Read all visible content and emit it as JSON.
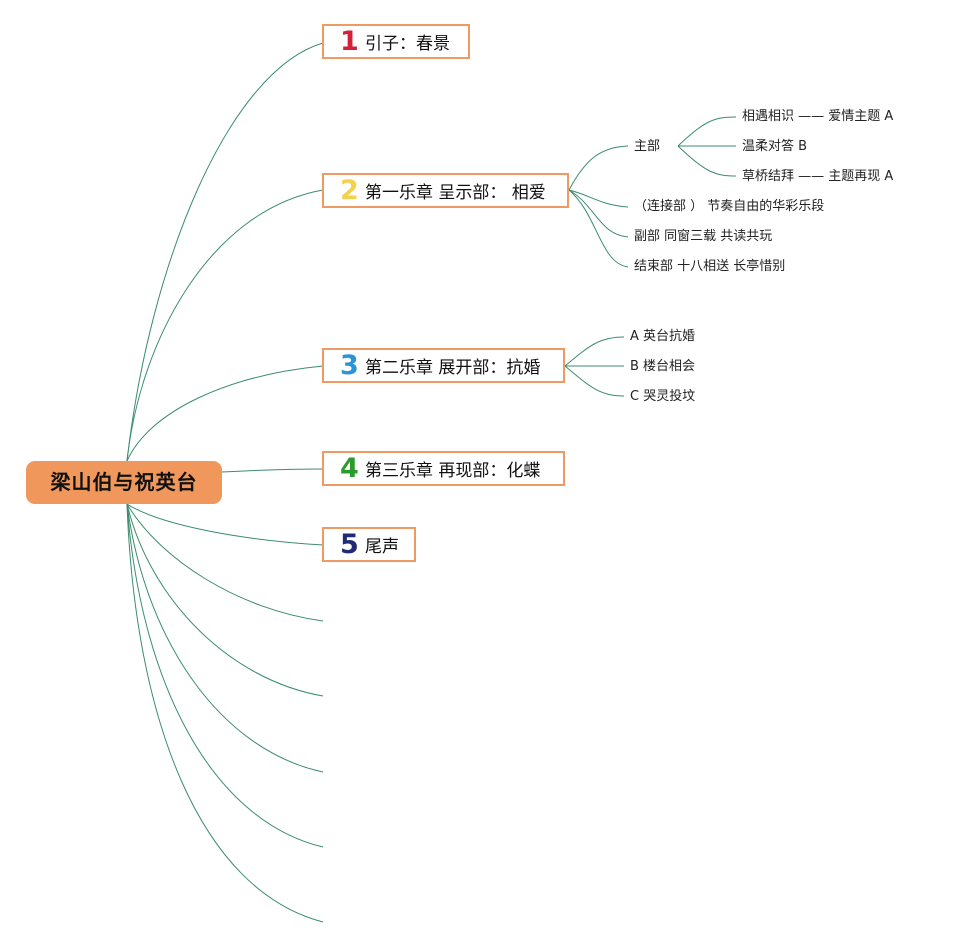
{
  "root": {
    "label": "梁山伯与祝英台"
  },
  "branches": [
    {
      "number": "1",
      "label": "引子：春景",
      "color": "#d4213a"
    },
    {
      "number": "2",
      "label": "第一乐章 呈示部： 相爱",
      "color": "#f3d24f"
    },
    {
      "number": "3",
      "label": "第二乐章 展开部：抗婚",
      "color": "#2a94d6"
    },
    {
      "number": "4",
      "label": "第三乐章 再现部：化蝶",
      "color": "#2e9a2e"
    },
    {
      "number": "5",
      "label": "尾声",
      "color": "#1f2b78"
    }
  ],
  "movement1": {
    "main": "主部",
    "main_children": [
      "相遇相识 —— 爱情主题 A",
      "温柔对答 B",
      "草桥结拜 —— 主题再现 A"
    ],
    "bridge": "（连接部 ） 节奏自由的华彩乐段",
    "secondary": "副部 同窗三载 共读共玩",
    "ending": "结束部 十八相送 长亭惜别"
  },
  "movement2": {
    "items": [
      "A 英台抗婚",
      "B 楼台相会",
      "C 哭灵投坟"
    ]
  },
  "colors": {
    "line": "#3b8c6e",
    "branch_border": "#ef9a62",
    "root_fill": "#f0975c"
  }
}
